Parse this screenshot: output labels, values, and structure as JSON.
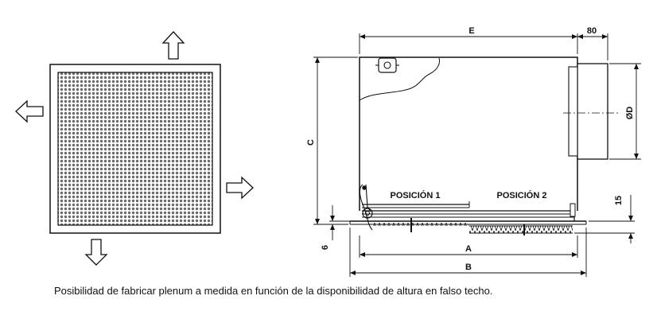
{
  "labels": {
    "E": "E",
    "dim_80": "80",
    "C": "C",
    "diameter_D": "ØD",
    "dim_15": "15",
    "dim_6": "6",
    "A": "A",
    "B": "B",
    "position_1": "POSICIÓN 1",
    "position_2": "POSICIÓN 2"
  },
  "caption": "Posibilidad de fabricar plenum a medida en función de la disponibilidad de altura en falso techo.",
  "colors": {
    "line": "#111111",
    "mesh": "#6b6b6b",
    "background": "#ffffff"
  },
  "icons": [
    "arrow-up-icon",
    "arrow-left-icon",
    "arrow-right-icon",
    "arrow-down-icon"
  ]
}
